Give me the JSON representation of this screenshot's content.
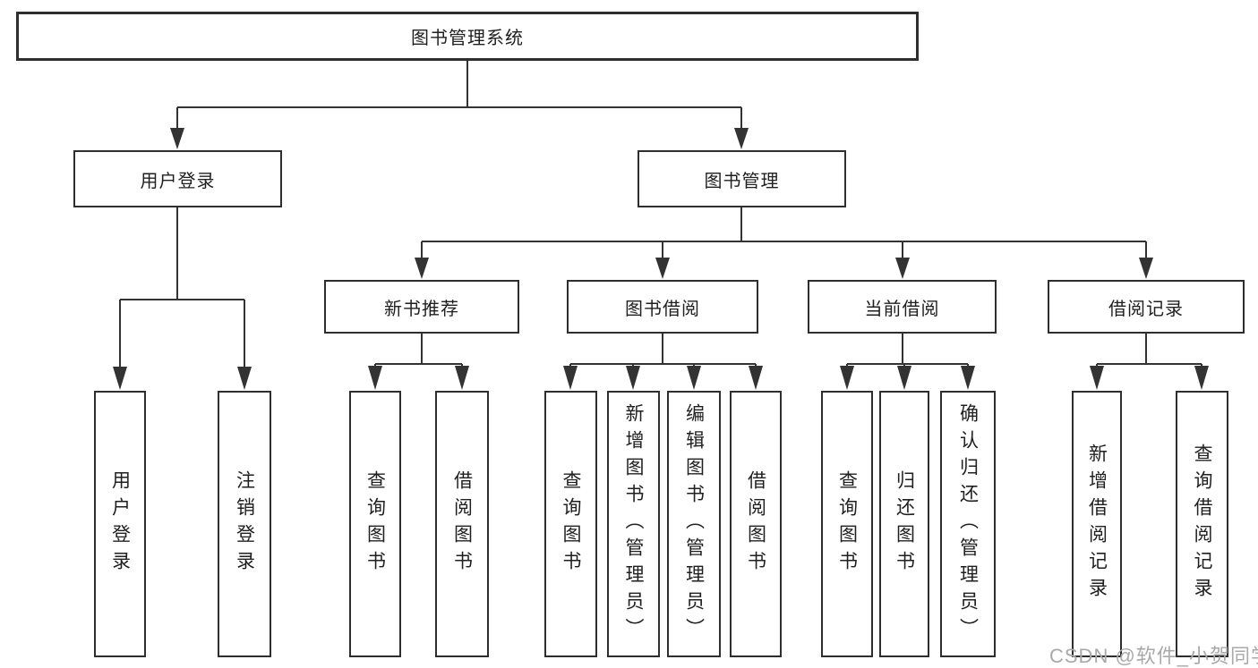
{
  "root": {
    "label": "图书管理系统"
  },
  "level2": {
    "user_login": {
      "label": "用户登录"
    },
    "book_mgmt": {
      "label": "图书管理"
    }
  },
  "level3": {
    "new_book": {
      "label": "新书推荐"
    },
    "book_borrow": {
      "label": "图书借阅"
    },
    "current_borrow": {
      "label": "当前借阅"
    },
    "borrow_record": {
      "label": "借阅记录"
    }
  },
  "leaves": {
    "user_login": [
      "用户登录",
      "注销登录"
    ],
    "new_book": [
      "查询图书",
      "借阅图书"
    ],
    "book_borrow": [
      "查询图书",
      "新增图书（管理员）",
      "编辑图书（管理员）",
      "借阅图书"
    ],
    "current_borrow": [
      "查询图书",
      "归还图书",
      "确认归还（管理员）"
    ],
    "borrow_record": [
      "新增借阅记录",
      "查询借阅记录"
    ]
  },
  "watermark": "CSDN @软件_小贺同学",
  "colors": {
    "line": "#333333",
    "border": "#2e2e2e",
    "text": "#1f1f1f",
    "watermark": "#a9a9a9",
    "background": "#ffffff"
  }
}
